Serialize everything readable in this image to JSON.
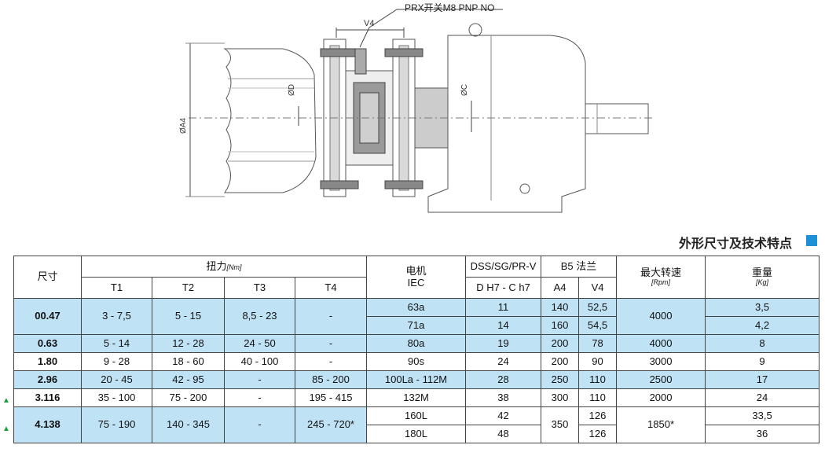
{
  "drawing": {
    "sensor_label": "PRX开关M8 PNP NO",
    "dim_v4": "V4",
    "dim_d": "ØD",
    "dim_c": "ØC",
    "dim_a4": "ØA4"
  },
  "section_title": "外形尺寸及技术特点",
  "colors": {
    "highlight": "#bfe3f5",
    "marker": "#1e90d8",
    "triangle": "#1a9e3c"
  },
  "table": {
    "headers": {
      "size": "尺寸",
      "torque": "扭力",
      "torque_unit": "[Nm]",
      "t1": "T1",
      "t2": "T2",
      "t3": "T3",
      "t4": "T4",
      "motor": "电机",
      "motor_sub": "IEC",
      "shaft": "DSS/SG/PR-V",
      "shaft_sub": "D H7 - C h7",
      "flange": "B5 法兰",
      "a4": "A4",
      "v4": "V4",
      "speed": "最大转速",
      "speed_unit": "[Rpm]",
      "weight": "重量",
      "weight_unit": "[Kg]"
    },
    "rows": [
      {
        "size": "00.47",
        "t1": "3 - 7,5",
        "t2": "5 - 15",
        "t3": "8,5 - 23",
        "t4": "-",
        "motors": [
          "63a",
          "71a"
        ],
        "shafts": [
          "11",
          "14"
        ],
        "a4": [
          "140",
          "160"
        ],
        "v4": [
          "52,5",
          "54,5"
        ],
        "speed": "4000",
        "weights": [
          "3,5",
          "4,2"
        ]
      },
      {
        "size": "0.63",
        "t1": "5 - 14",
        "t2": "12 - 28",
        "t3": "24 - 50",
        "t4": "-",
        "motor": "80a",
        "shaft": "19",
        "a4": "200",
        "v4": "78",
        "speed": "4000",
        "weight": "8"
      },
      {
        "size": "1.80",
        "t1": "9 - 28",
        "t2": "18 - 60",
        "t3": "40 - 100",
        "t4": "-",
        "motor": "90s",
        "shaft": "24",
        "a4": "200",
        "v4": "90",
        "speed": "3000",
        "weight": "9"
      },
      {
        "size": "2.96",
        "t1": "20 - 45",
        "t2": "42 - 95",
        "t3": "-",
        "t4": "85 - 200",
        "motor": "100La - 112M",
        "shaft": "28",
        "a4": "250",
        "v4": "110",
        "speed": "2500",
        "weight": "17"
      },
      {
        "size": "3.116",
        "t1": "35 - 100",
        "t2": "75 - 200",
        "t3": "-",
        "t4": "195 - 415",
        "motor": "132M",
        "shaft": "38",
        "a4": "300",
        "v4": "110",
        "speed": "2000",
        "weight": "24"
      },
      {
        "size": "4.138",
        "t1": "75 - 190",
        "t2": "140 - 345",
        "t3": "-",
        "t4": "245 - 720*",
        "motors": [
          "160L",
          "180L"
        ],
        "shafts": [
          "42",
          "48"
        ],
        "a4": "350",
        "v4": [
          "126",
          "126"
        ],
        "speed": "1850*",
        "weights": [
          "33,5",
          "36"
        ]
      }
    ]
  }
}
